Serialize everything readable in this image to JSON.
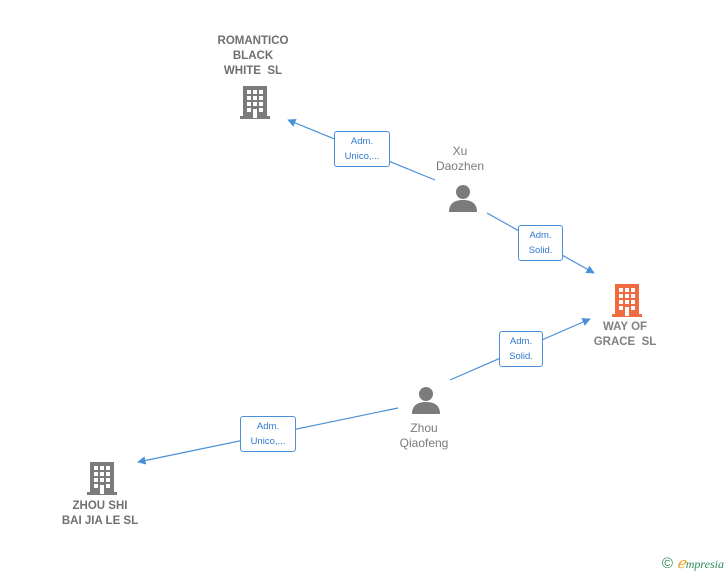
{
  "nodes": {
    "romantico": {
      "lines": [
        "ROMANTICO",
        "BLACK",
        "WHITE  SL"
      ],
      "type": "company"
    },
    "xu": {
      "lines": [
        "Xu",
        "Daozhen"
      ],
      "type": "person"
    },
    "way_of_grace": {
      "lines": [
        "WAY OF",
        "GRACE  SL"
      ],
      "type": "company",
      "focus": true
    },
    "zhou_q": {
      "lines": [
        "Zhou",
        "Qiaofeng"
      ],
      "type": "person"
    },
    "zhou_shi": {
      "lines": [
        "ZHOU SHI",
        "BAI JIA LE SL"
      ],
      "type": "company"
    }
  },
  "edges": [
    {
      "from": "xu",
      "to": "romantico",
      "label": [
        "Adm.",
        "Unico,..."
      ]
    },
    {
      "from": "xu",
      "to": "way_of_grace",
      "label": [
        "Adm.",
        "Solid."
      ]
    },
    {
      "from": "zhou_q",
      "to": "way_of_grace",
      "label": [
        "Adm.",
        "Solid."
      ]
    },
    {
      "from": "zhou_q",
      "to": "zhou_shi",
      "label": [
        "Adm.",
        "Unico,..."
      ]
    }
  ],
  "colors": {
    "edge": "#4a90d9",
    "icon": "#7b7b7b",
    "focus_icon": "#f26a3f"
  },
  "brand": {
    "copyright": "©",
    "initial": "ℯ",
    "name": "mpresia"
  }
}
